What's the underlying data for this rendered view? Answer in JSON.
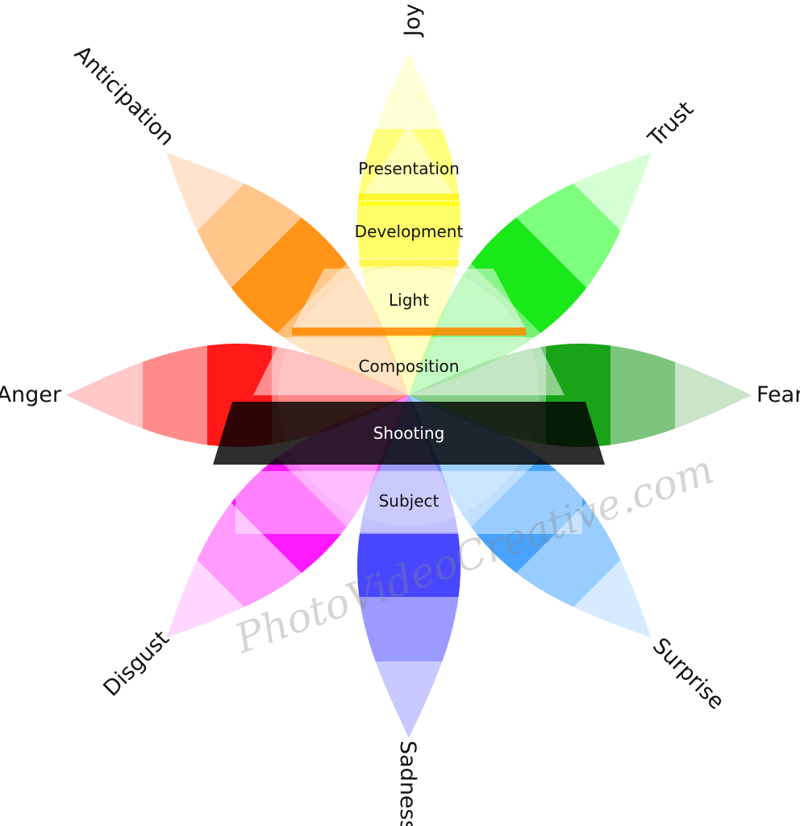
{
  "emotions": [
    {
      "name": "Joy",
      "angle": 0,
      "colors": [
        "#ffff00",
        "#ffff66",
        "#ffffcc"
      ]
    },
    {
      "name": "Trust",
      "angle": 45,
      "colors": [
        "#00e600",
        "#66ff66",
        "#ccffcc"
      ]
    },
    {
      "name": "Fear",
      "angle": 90,
      "colors": [
        "#009900",
        "#66bb66",
        "#bbddbb"
      ]
    },
    {
      "name": "Surprise",
      "angle": 135,
      "colors": [
        "#3399ff",
        "#88c4ff",
        "#cce6ff"
      ]
    },
    {
      "name": "Sadness",
      "angle": 180,
      "colors": [
        "#3333ff",
        "#8888ff",
        "#bbbbff"
      ]
    },
    {
      "name": "Disgust",
      "angle": 225,
      "colors": [
        "#ff00ff",
        "#ff88ff",
        "#ffccff"
      ]
    },
    {
      "name": "Anger",
      "angle": 270,
      "colors": [
        "#ff0000",
        "#ff7777",
        "#ffbbbb"
      ]
    },
    {
      "name": "Anticipation",
      "angle": 315,
      "colors": [
        "#ff8800",
        "#ffbb77",
        "#ffdcc0"
      ]
    }
  ],
  "pyramid": {
    "tiers": [
      "Presentation",
      "Development",
      "Light",
      "Composition",
      "Shooting",
      "Subject"
    ]
  },
  "watermark": "PhotoVideoCreative.com"
}
